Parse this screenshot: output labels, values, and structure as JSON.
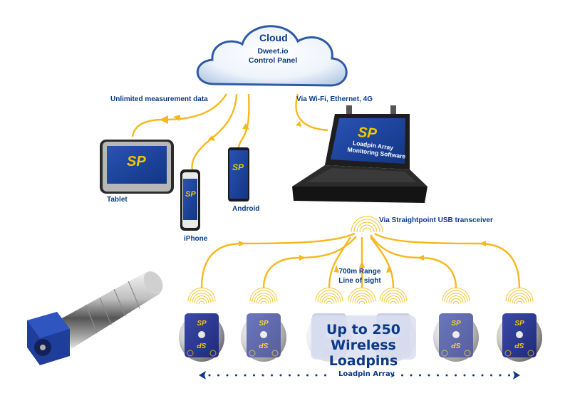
{
  "colors": {
    "brand_blue": "#0b3a88",
    "arrow_yellow": "#f7b81c",
    "screen_blue": "#1c3f9a",
    "logo_yellow": "#f5c400"
  },
  "cloud": {
    "title": "Cloud",
    "line1": "Dweet.io",
    "line2": "Control Panel",
    "icon": "cloud-icon"
  },
  "labels": {
    "unlimited": "Unlimited measurement data",
    "connectivity": "Via Wi-Fi, Ethernet, 4G",
    "transceiver": "Via Straightpoint USB transceiver",
    "range_line1": "700m Range",
    "range_line2": "Line of sight",
    "loadpins_line1": "Up to 250",
    "loadpins_line2": "Wireless Loadpins",
    "array": "Loadpin Array"
  },
  "devices": {
    "tablet": {
      "label": "Tablet",
      "logo": "SP"
    },
    "iphone": {
      "label": "iPhone",
      "logo": "SP"
    },
    "android": {
      "label": "Android",
      "logo": "SP"
    },
    "laptop": {
      "logo": "SP",
      "screen_line1": "Loadpin Array",
      "screen_line2": "Monitoring Software"
    }
  },
  "loadpins": {
    "count_shown": 6,
    "logo_top": "SP",
    "logo_bottom": "SP"
  }
}
